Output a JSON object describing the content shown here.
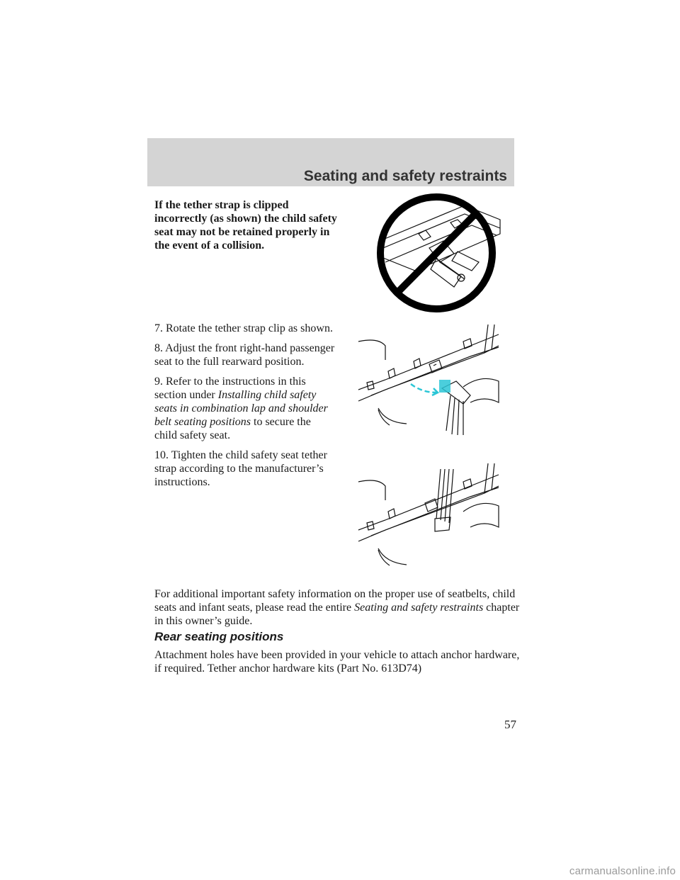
{
  "header": {
    "section_title": "Seating and safety restraints"
  },
  "warning": {
    "text": "If the tether strap is clipped incorrectly (as shown) the child safety seat may not be retained properly in the event of a collision."
  },
  "steps": [
    {
      "text": "7. Rotate the tether strap clip as shown."
    },
    {
      "text": "8. Adjust the front right-hand passenger seat to the full rearward position."
    },
    {
      "prefix": "9. Refer to the instructions in this section under ",
      "emphasis": "Installing child safety seats in combination lap and shoulder belt seating positions",
      "suffix": " to secure the child safety seat."
    },
    {
      "text": "10. Tighten the child safety seat tether strap according to the manufacturer’s instructions."
    }
  ],
  "additional_info": {
    "prefix": "For additional important safety information on the proper use of seatbelts, child seats and infant seats, please read the entire ",
    "emphasis": "Seating and safety restraints",
    "suffix": " chapter in this owner’s guide."
  },
  "rear_section": {
    "heading": "Rear seating positions",
    "text": "Attachment holes have been provided in your vehicle to attach anchor hardware, if required. Tether anchor hardware kits (Part No. 613D74)"
  },
  "page_number": "57",
  "footer": {
    "watermark": "carmanualsonline.info"
  },
  "illustrations": [
    {
      "icon": "prohibited-circle-icon",
      "accent": "#000000"
    },
    {
      "icon": "rotate-arrow-icon",
      "accent": "#2bc6d6"
    },
    {
      "icon": "tether-strap-tightened-icon",
      "accent": "#000000"
    }
  ]
}
